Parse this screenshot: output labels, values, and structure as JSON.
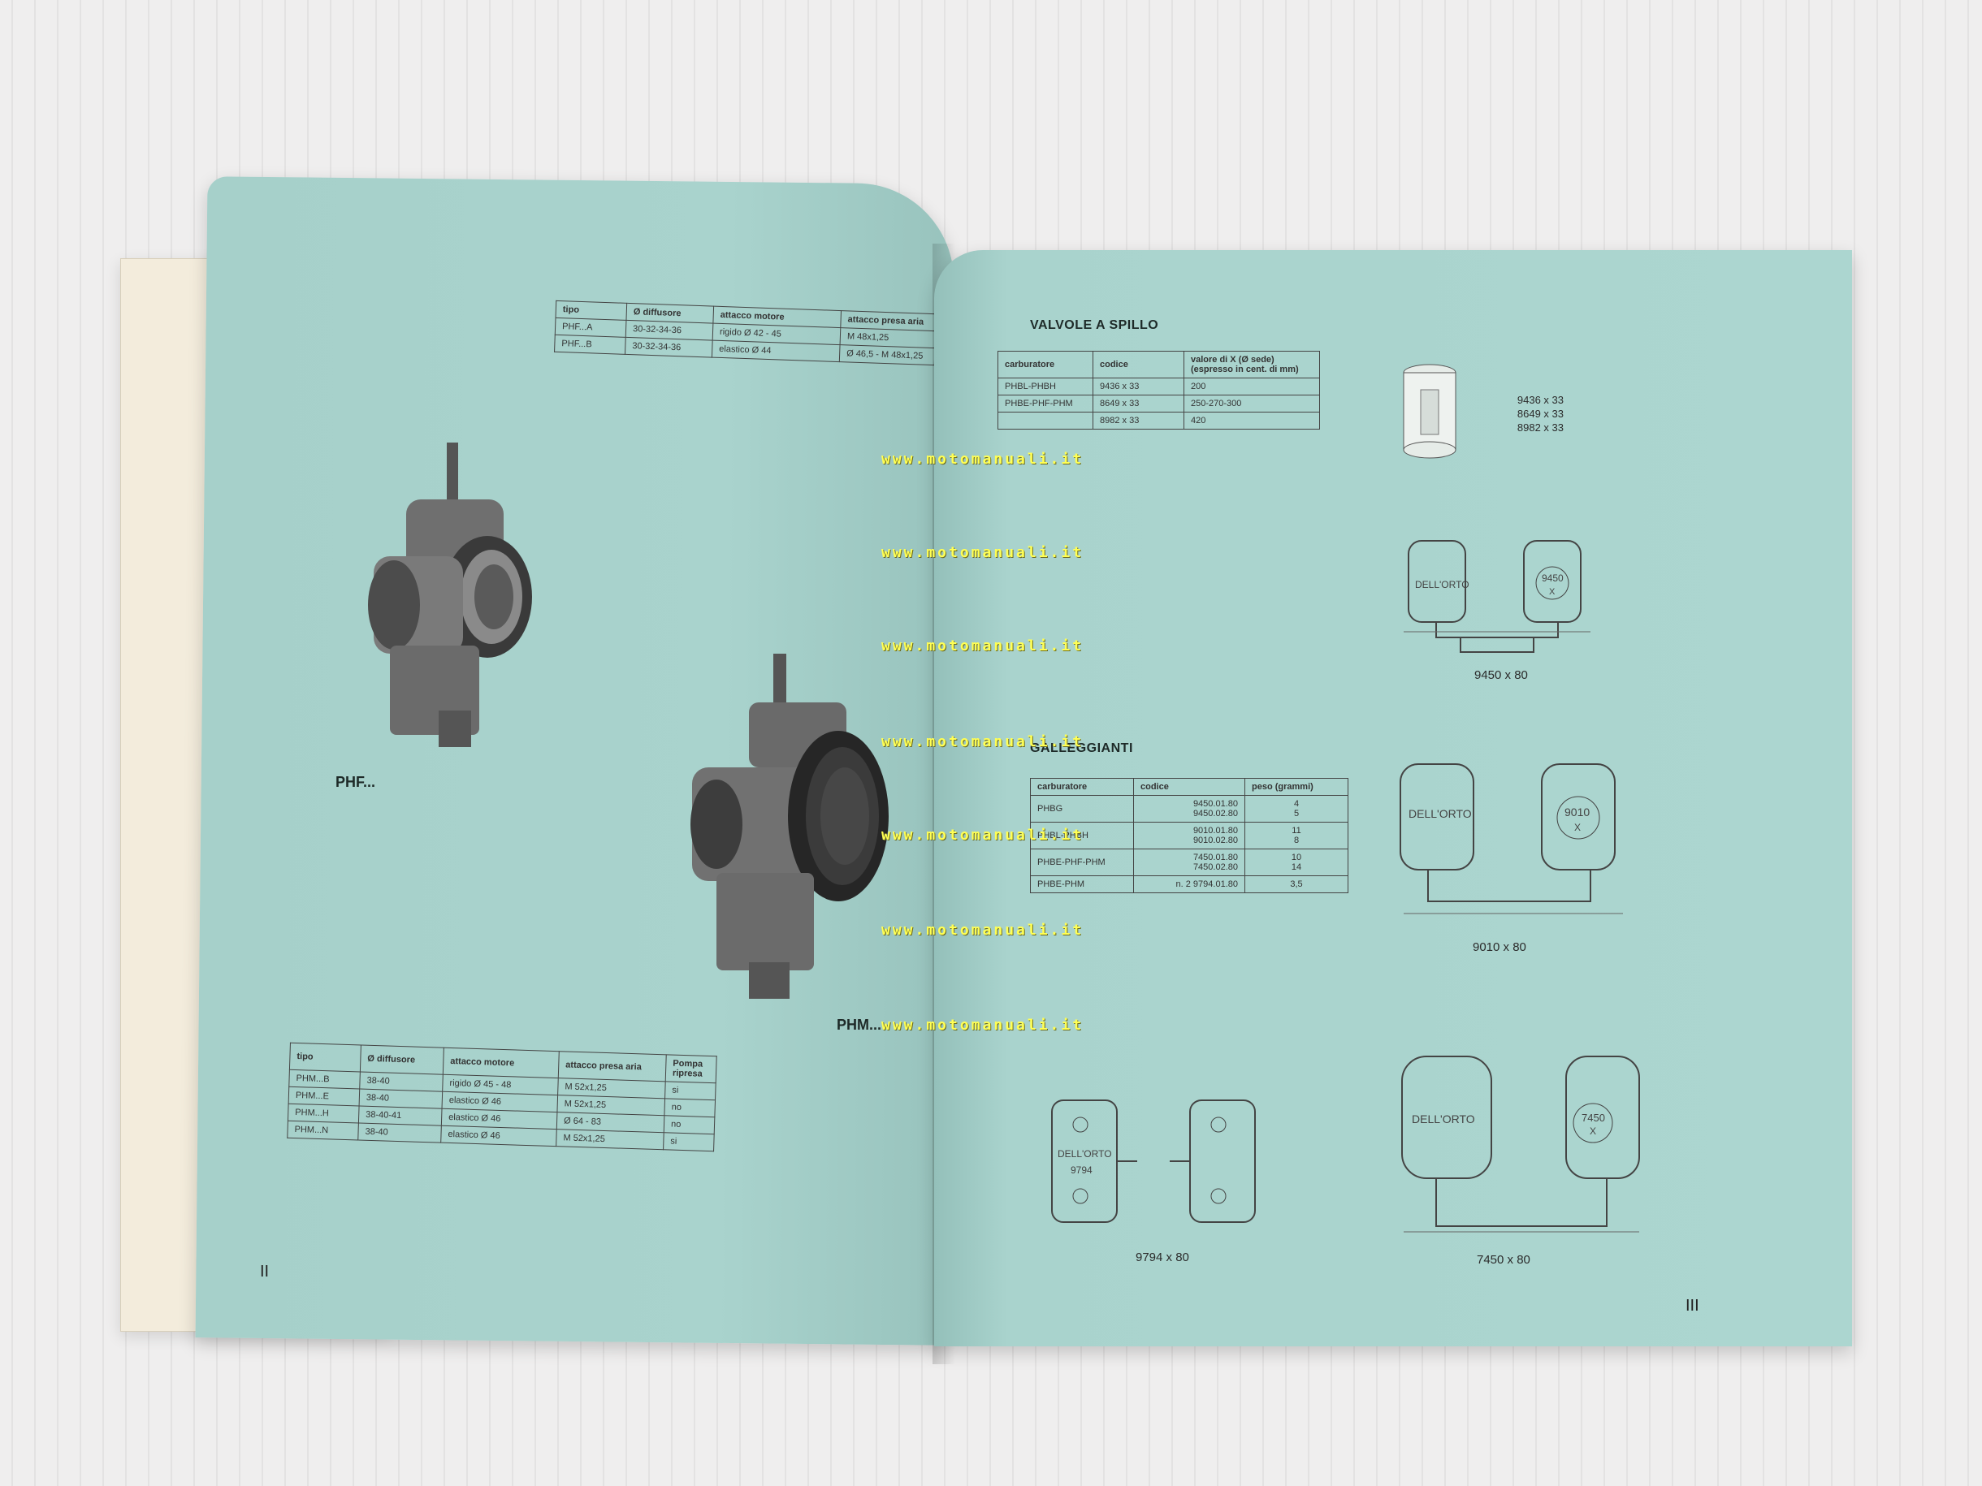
{
  "left_page": {
    "top_table": {
      "headers": [
        "tipo",
        "Ø diffusore",
        "attacco motore",
        "attacco presa aria"
      ],
      "rows": [
        [
          "PHF...A",
          "30-32-34-36",
          "rigido Ø 42 - 45",
          "M 48x1,25"
        ],
        [
          "PHF...B",
          "30-32-34-36",
          "elastico Ø 44",
          "Ø 46,5 - M 48x1,25"
        ]
      ]
    },
    "phf_label": "PHF...",
    "phm_label": "PHM...",
    "bottom_table": {
      "headers": [
        "tipo",
        "Ø diffusore",
        "attacco motore",
        "attacco presa aria",
        "Pompa ripresa"
      ],
      "rows": [
        [
          "PHM...B",
          "38-40",
          "rigido Ø 45 - 48",
          "M 52x1,25",
          "si"
        ],
        [
          "PHM...E",
          "38-40",
          "elastico Ø 46",
          "M 52x1,25",
          "no"
        ],
        [
          "PHM...H",
          "38-40-41",
          "elastico Ø 46",
          "Ø 64 - 83",
          "no"
        ],
        [
          "PHM...N",
          "38-40",
          "elastico Ø 46",
          "M 52x1,25",
          "si"
        ]
      ]
    },
    "page_number": "II"
  },
  "right_page": {
    "valvole_title": "VALVOLE A SPILLO",
    "valvole_table": {
      "headers": [
        "carburatore",
        "codice",
        "valore di X (Ø sede) (espresso in cent. di mm)"
      ],
      "rows": [
        [
          "PHBL-PHBH",
          "9436 x 33",
          "200"
        ],
        [
          "PHBE-PHF-PHM",
          "8649 x 33",
          "250-270-300"
        ],
        [
          "",
          "8982 x 33",
          "420"
        ]
      ]
    },
    "valve_codes": [
      "9436 x 33",
      "8649 x 33",
      "8982 x 33"
    ],
    "float1_caption": "9450 x 80",
    "float1_mark": "9450",
    "galleggianti_title": "GALLEGGIANTI",
    "galleggianti_table": {
      "headers": [
        "carburatore",
        "codice",
        "peso (grammi)"
      ],
      "rows": [
        [
          "PHBG",
          "9450.01.80\n9450.02.80",
          "4\n5"
        ],
        [
          "PHBL-PHBH",
          "9010.01.80\n9010.02.80",
          "11\n8"
        ],
        [
          "PHBE-PHF-PHM",
          "7450.01.80\n7450.02.80",
          "10\n14"
        ],
        [
          "PHBE-PHM",
          "n. 2 9794.01.80",
          "3,5"
        ]
      ]
    },
    "float2_caption": "9010 x 80",
    "float2_mark": "9010",
    "float3_caption": "9794 x 80",
    "float3_mark": "9794",
    "float4_caption": "7450 x 80",
    "float4_mark": "7450",
    "x_mark": "X",
    "brand_mark": "DELL'ORTO",
    "page_number": "III"
  },
  "watermark_text": "www.motomanuali.it",
  "colors": {
    "page": "#a9d3cd",
    "watermark": "#ffff55",
    "background": "#ecebeb"
  }
}
